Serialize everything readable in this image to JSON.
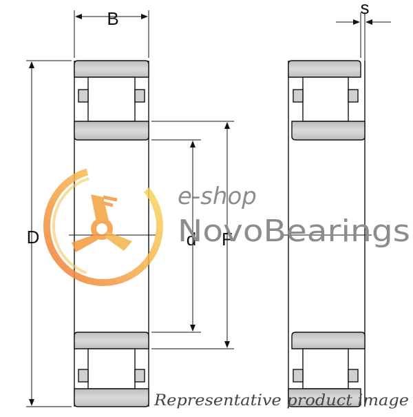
{
  "labels": {
    "B": "B",
    "s": "s",
    "D": "D",
    "d": "d",
    "F": "F"
  },
  "watermark": {
    "eshop": "e-shop",
    "brand": "NovoBearings"
  },
  "caption": "Representative product image",
  "colors": {
    "line": "#111111",
    "ring_fill": "#c8c8c8",
    "roller_fill": "#ffffff",
    "logo_orange": "#f39a3c",
    "logo_yellow": "#f7c85a",
    "watermark_text": "#8c8c8c"
  },
  "icons": {
    "logo": "novobearings-logo-icon"
  }
}
